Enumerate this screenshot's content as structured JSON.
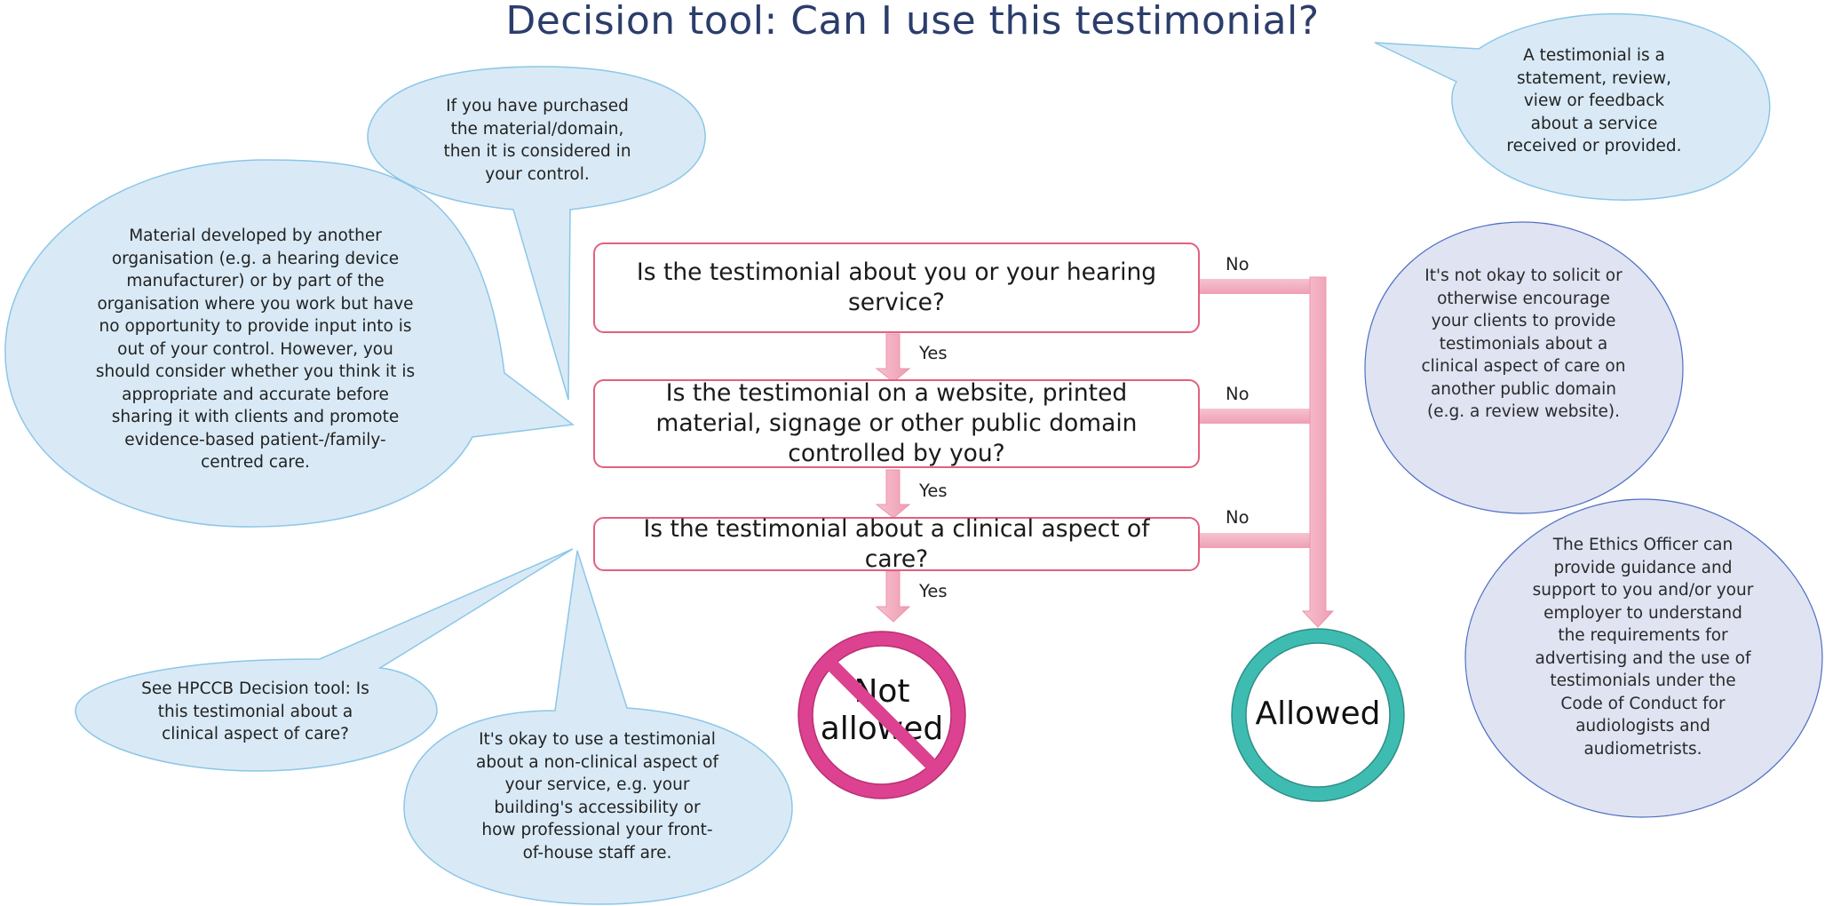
{
  "title": "Decision tool:  Can I use this testimonial?",
  "questions": [
    "Is the testimonial about you or your hearing service?",
    "Is the testimonial on a website, printed material, signage or other public domain controlled by you?",
    "Is the testimonial about a clinical aspect of care?"
  ],
  "labels": {
    "yes": "Yes",
    "no": "No"
  },
  "outcomes": {
    "not_allowed": "Not allowed",
    "allowed": "Allowed"
  },
  "callouts": {
    "testimonial_definition": "A testimonial is a statement, review, view or feedback about a service received or provided.",
    "purchased_material": "If you have purchased the material/domain, then it is considered in your control.",
    "material_developed": "Material developed by another organisation (e.g. a hearing device manufacturer) or by part of the organisation where you work but have no opportunity to provide input into is out of your control.  However, you should consider whether you think it is appropriate and accurate before sharing it with clients and promote evidence-based patient-/family-centred care.",
    "solicit": "It's not okay to solicit or otherwise encourage your clients to provide testimonials about a clinical aspect of care on another public domain (e.g. a review website).",
    "ethics_officer": "The Ethics Officer can provide guidance and support to you and/or your employer to understand the requirements for advertising and the use of testimonials under the Code of Conduct for audiologists and audiometrists.",
    "see_hpccb": "See HPCCB Decision tool: Is this testimonial about a clinical aspect of care?",
    "non_clinical": "It's okay to use a testimonial about a non-clinical aspect of your service, e.g. your building's accessibility or how professional your front-of-house staff are."
  },
  "colors": {
    "title": "#2b3d6b",
    "callout_fill": "#d9eaf6",
    "callout_stroke": "#8cc6e8",
    "callout_alt_fill": "#dfe3f2",
    "callout_alt_stroke": "#4f6fc4",
    "box_border": "#e2607f",
    "arrow_fill": "#f4b3c4",
    "not_allowed": "#dc4290",
    "allowed": "#3fbcb2"
  }
}
